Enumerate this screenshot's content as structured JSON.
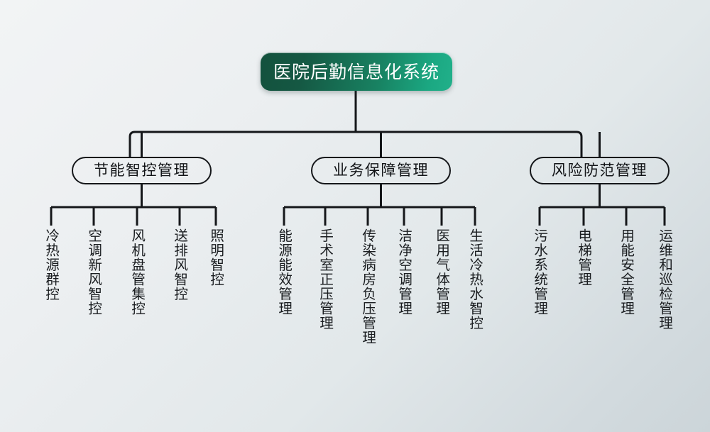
{
  "diagram": {
    "type": "org-tree",
    "orientation": "top-down",
    "root": {
      "label": "医院后勤信息化系统",
      "fill_gradient_from": "#13513d",
      "fill_gradient_to": "#1ba882",
      "text_color": "#ffffff"
    },
    "connector_color": "#15171a",
    "background_from": "#f2f4f5",
    "background_to": "#ccd5d9",
    "branches": [
      {
        "label": "节能智控管理",
        "leaves": [
          {
            "label": "冷热源群控"
          },
          {
            "label": "空调新风智控"
          },
          {
            "label": "风机盘管集控"
          },
          {
            "label": "送排风智控"
          },
          {
            "label": "照明智控"
          }
        ]
      },
      {
        "label": "业务保障管理",
        "leaves": [
          {
            "label": "能源能效管理"
          },
          {
            "label": "手术室正压管理"
          },
          {
            "label": "传染病房负压管理"
          },
          {
            "label": "洁净空调管理"
          },
          {
            "label": "医用气体管理"
          },
          {
            "label": "生活冷热水智控"
          }
        ]
      },
      {
        "label": "风险防范管理",
        "leaves": [
          {
            "label": "污水系统管理"
          },
          {
            "label": "电梯管理"
          },
          {
            "label": "用能安全管理"
          },
          {
            "label": "运维和巡检管理"
          }
        ]
      }
    ]
  },
  "layout": {
    "branch_centers": [
      199.5,
      536.5,
      844.5
    ],
    "leaf_centers": [
      [
        72,
        132,
        193,
        253,
        304
      ],
      [
        400,
        458,
        518,
        569,
        622,
        669
      ],
      [
        760,
        822,
        882,
        936
      ]
    ]
  }
}
